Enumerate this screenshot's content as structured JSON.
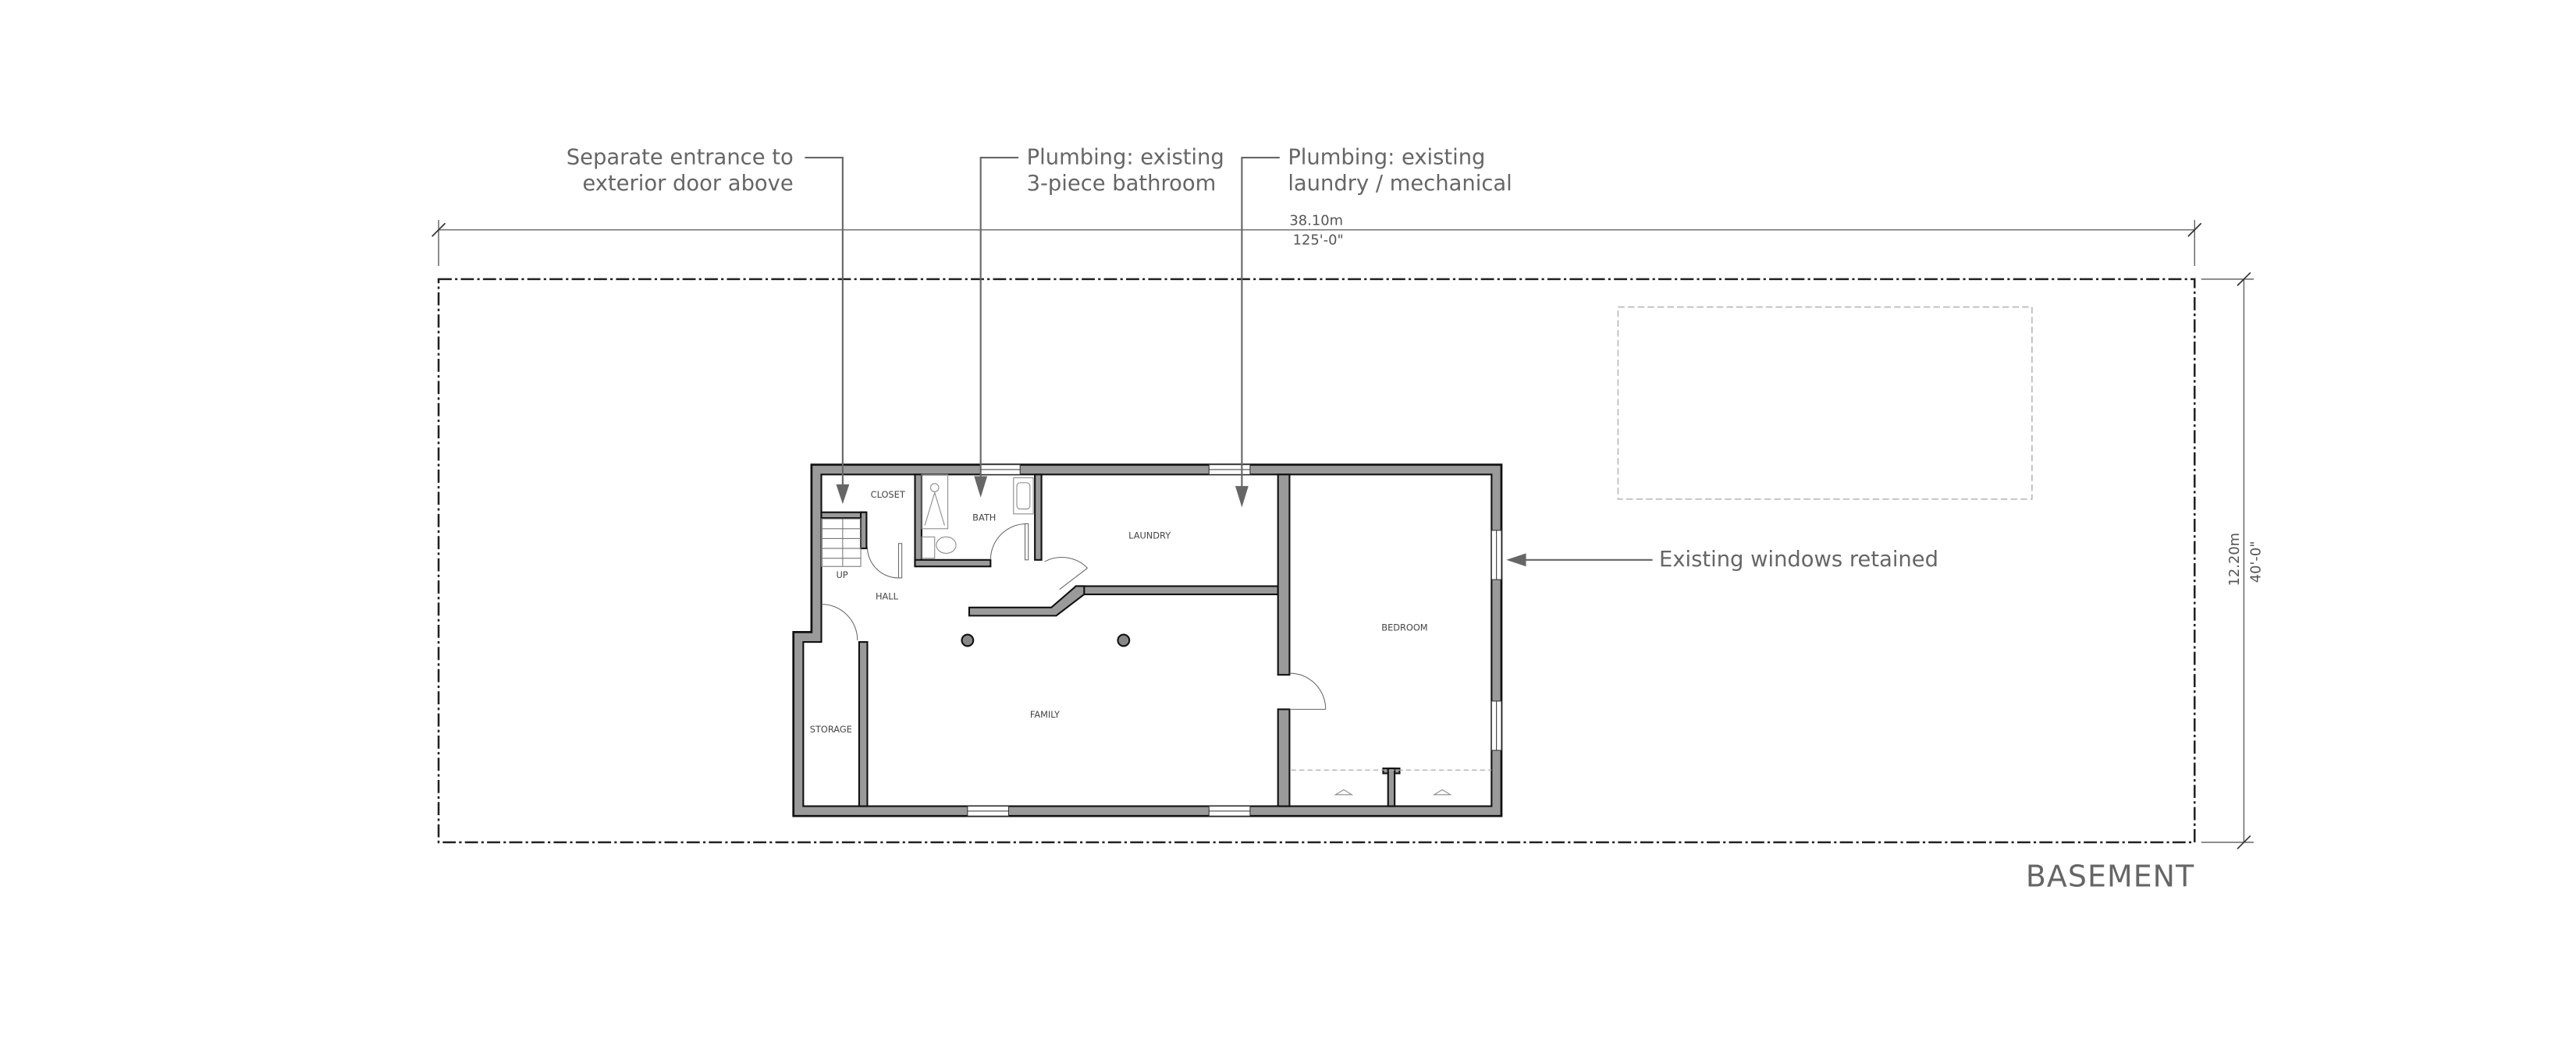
{
  "drawing": {
    "title": "BASEMENT",
    "dimensions": {
      "width_metric": "38.10m",
      "width_imperial": "125'-0\"",
      "depth_metric": "12.20m",
      "depth_imperial": "40'-0\""
    },
    "annotations": {
      "entrance_line1": "Separate entrance to",
      "entrance_line2": "exterior door above",
      "bath_line1": "Plumbing: existing",
      "bath_line2": "3-piece bathroom",
      "laundry_line1": "Plumbing: existing",
      "laundry_line2": "laundry / mechanical",
      "windows": "Existing windows retained"
    },
    "rooms": {
      "closet": "CLOSET",
      "bath": "BATH",
      "laundry": "LAUNDRY",
      "hall": "HALL",
      "up": "UP",
      "bedroom": "BEDROOM",
      "family": "FAMILY",
      "storage": "STORAGE"
    },
    "colors": {
      "wall": "#9a9a9a",
      "line": "#111111",
      "annotation": "#666666"
    }
  }
}
